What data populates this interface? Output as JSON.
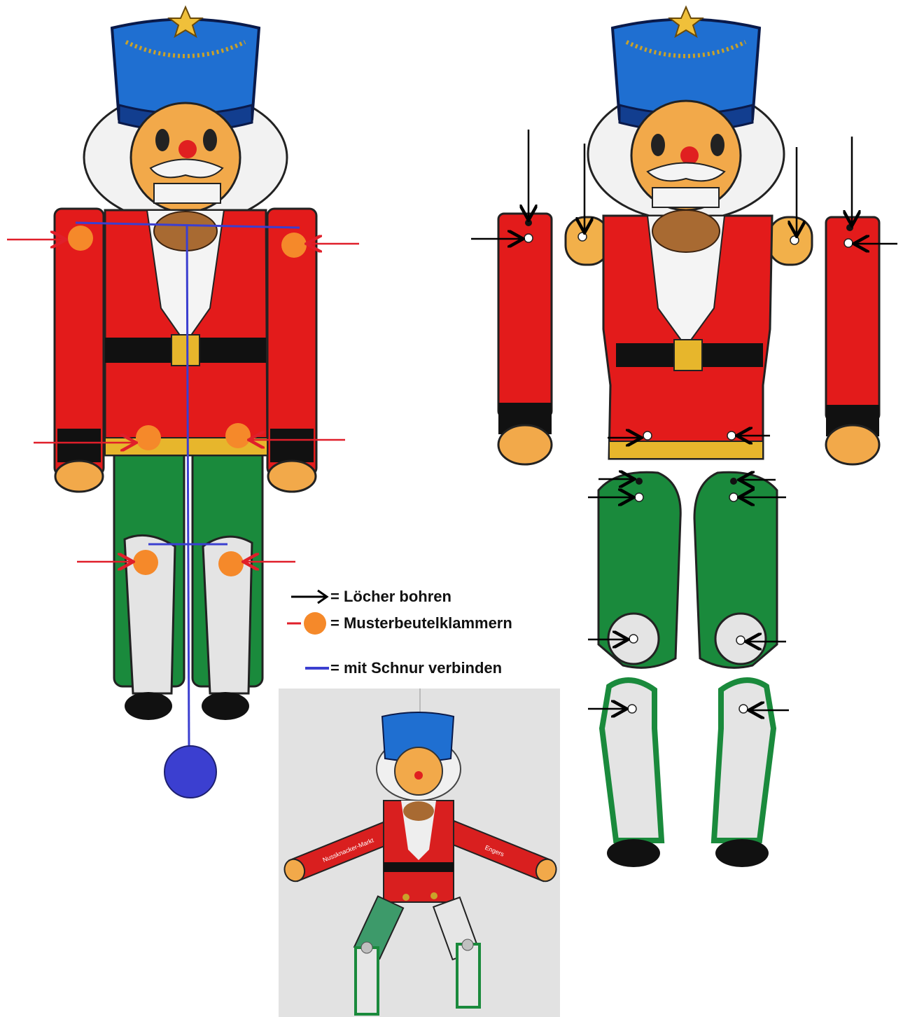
{
  "legend": {
    "drill_holes": "= Löcher bohren",
    "fasteners": "= Musterbeutelklammern",
    "string": "= mit Schnur verbinden"
  },
  "colors": {
    "hat_blue": "#1f6fd1",
    "jacket_red": "#e31b1b",
    "pants_green": "#1a8a3c",
    "fastener_orange": "#f5892a",
    "string_blue": "#3b3fd0",
    "skin": "#f2a94a"
  },
  "photo": {
    "arm_left_text": "Nussknacker-Markt",
    "arm_right_text": "Engers"
  }
}
